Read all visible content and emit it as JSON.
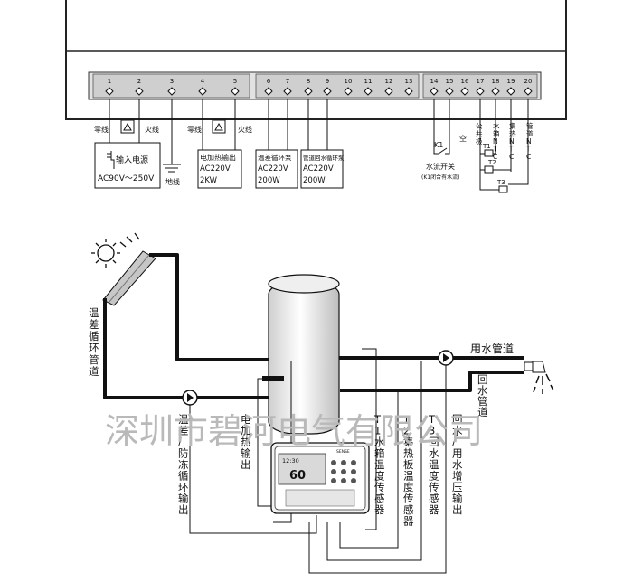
{
  "terminal_block": {
    "numbers": [
      "1",
      "2",
      "3",
      "4",
      "5",
      "6",
      "7",
      "8",
      "9",
      "10",
      "11",
      "12",
      "13",
      "14",
      "15",
      "16",
      "17",
      "18",
      "19",
      "20"
    ],
    "labels": {
      "neutral_1": "零线",
      "live_1": "火线",
      "neutral_2": "零线",
      "live_2": "火线",
      "ground": "地线",
      "empty": "空",
      "common": "公共极",
      "tank_ntc": "水箱NTC",
      "collector_ntc": "集热NTC",
      "pipe_ntc": "管道NTC"
    }
  },
  "boxes": {
    "power_input": {
      "title": "输入电源",
      "spec": "AC90V～250V"
    },
    "heater": {
      "title": "电加热输出",
      "spec1": "AC220V",
      "spec2": "2KW"
    },
    "diff_pump": {
      "title": "温差循环泵",
      "spec1": "AC220V",
      "spec2": "200W"
    },
    "pipe_pump": {
      "title": "管道回水循环泵",
      "spec1": "AC220V",
      "spec2": "200W"
    }
  },
  "flow_switch": {
    "relay": "K1",
    "label": "水流开关",
    "note": "(K1闭合有水流)"
  },
  "sensors": [
    "T1",
    "T2",
    "T3"
  ],
  "system": {
    "labels": {
      "temp_diff_loop": "温差循环管道",
      "water_pipe": "用水管道",
      "return_pipe": "回水管道",
      "antifreeze_out": "温差/防冻循环输出",
      "heater_out": "电加热输出",
      "t1_sensor": "T1水箱温度传感器",
      "t2_sensor": "T2集热板温度传感器",
      "t3_sensor": "T3回水温度传感器",
      "booster_out": "回水/用水增压输出"
    },
    "display_value": "60",
    "display_time": "12:30",
    "controller_brand": "SENSE"
  },
  "watermark": "深圳市碧河电气有限公司"
}
